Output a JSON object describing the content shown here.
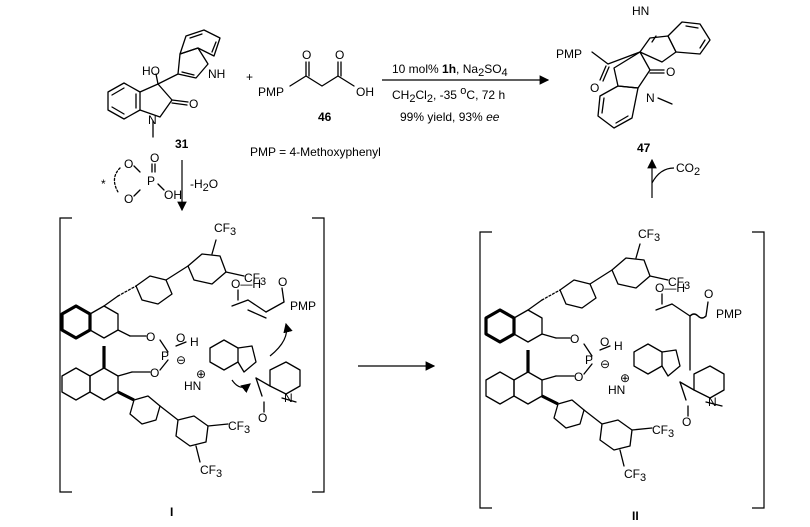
{
  "reactant_31": {
    "label": "31",
    "ho": "HO",
    "nh": "NH",
    "o": "O",
    "n": "N"
  },
  "plus": "+",
  "reactant_46": {
    "label": "46",
    "pmp": "PMP",
    "o1": "O",
    "o2": "O",
    "oh": "OH"
  },
  "pmp_definition": "PMP = 4-Methoxyphenyl",
  "conditions": {
    "line1_prefix": "10 mol% ",
    "line1_bold": "1h",
    "line1_suffix": ", Na",
    "line1_sub": "2",
    "line1_so": "SO",
    "line1_sub2": "4",
    "line2": "CH",
    "line2_sub": "2",
    "line2_cl": "Cl",
    "line2_sub2": "2",
    "line2_rest": ", -35 ",
    "line2_sup": "o",
    "line2_tail": "C,  72 h",
    "line3_prefix": "99% yield,  93% ",
    "line3_ital": "ee"
  },
  "product_47": {
    "label": "47",
    "pmp": "PMP",
    "hn": "HN",
    "o1": "O",
    "o2": "O",
    "n": "N"
  },
  "co2": {
    "c": "CO",
    "sub": "2"
  },
  "catalyst": {
    "star": "*",
    "o1": "O",
    "o2": "O",
    "p": "P",
    "o3": "O",
    "oh": "OH"
  },
  "dehydration": {
    "text": "-H",
    "sub": "2",
    "tail": "O"
  },
  "intermediate_I": {
    "label": "I",
    "cf3": "CF",
    "cf3_sub": "3",
    "o_h": "O—H",
    "o": "O",
    "pmp": "PMP",
    "h_o": "H",
    "o_p": "O",
    "p": "P",
    "o_eq": "O",
    "o_minus": "⊖",
    "n_plus": "⊕",
    "hn": "H",
    "n_letter": "N",
    "o_am": "O",
    "n_am": "N"
  },
  "intermediate_II": {
    "label": "II",
    "cf3": "CF",
    "cf3_sub": "3",
    "o_h": "O—H",
    "o": "O",
    "pmp": "PMP",
    "h_o": "H",
    "o_p": "O",
    "p": "P",
    "o_eq": "O",
    "o_minus": "⊖",
    "n_plus": "⊕",
    "hn": "H",
    "n_letter": "N",
    "o_am": "O",
    "n_am": "N"
  }
}
